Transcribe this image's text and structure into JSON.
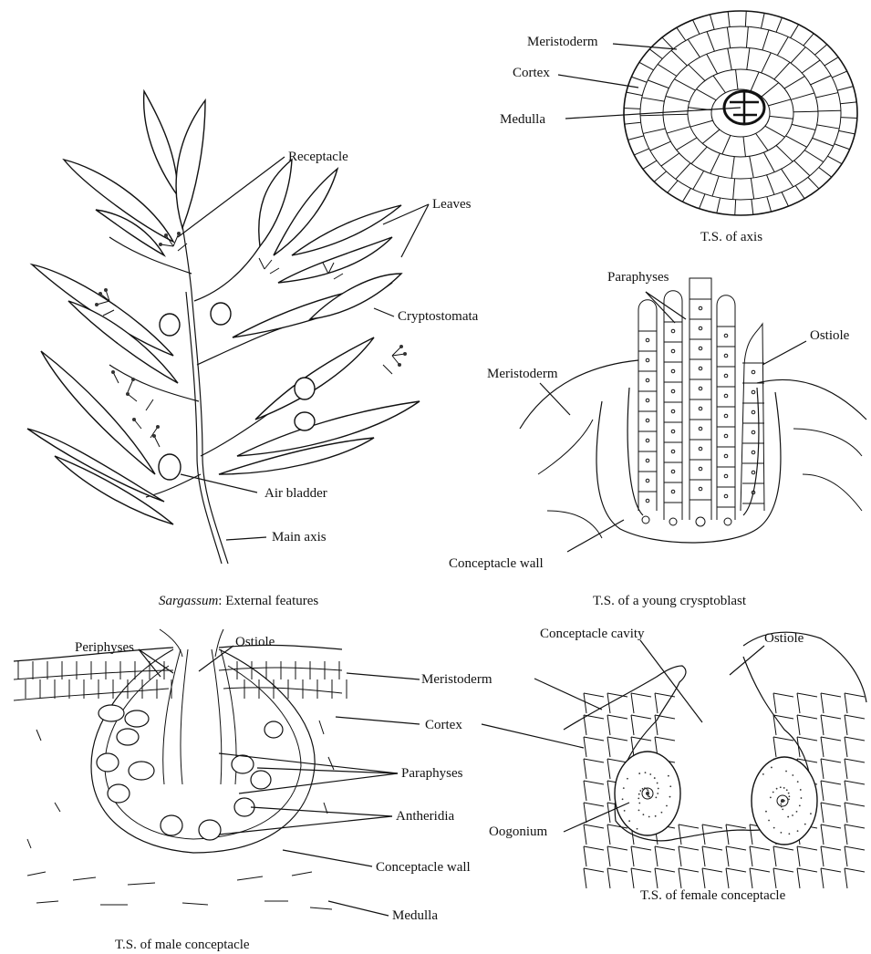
{
  "panels": {
    "external": {
      "caption_italic": "Sargassum",
      "caption_rest": ": External features",
      "labels": {
        "receptacle": "Receptacle",
        "leaves": "Leaves",
        "cryptostomata": "Cryptostomata",
        "air_bladder": "Air bladder",
        "main_axis": "Main axis"
      }
    },
    "axis_ts": {
      "caption": "T.S. of axis",
      "labels": {
        "meristoderm": "Meristoderm",
        "cortex": "Cortex",
        "medulla": "Medulla"
      }
    },
    "cryptoblast": {
      "caption": "T.S. of a young crysptoblast",
      "labels": {
        "paraphyses": "Paraphyses",
        "ostiole": "Ostiole",
        "meristoderm": "Meristoderm",
        "conceptacle_wall": "Conceptacle wall"
      }
    },
    "male": {
      "caption": "T.S. of male conceptacle",
      "labels": {
        "periphyses": "Periphyses",
        "ostiole": "Ostiole",
        "meristoderm": "Meristoderm",
        "cortex": "Cortex",
        "paraphyses": "Paraphyses",
        "antheridia": "Antheridia",
        "conceptacle_wall": "Conceptacle wall",
        "medulla": "Medulla"
      }
    },
    "female": {
      "caption": "T.S. of female conceptacle",
      "labels": {
        "conceptacle_cavity": "Conceptacle cavity",
        "ostiole": "Ostiole",
        "oogonium": "Oogonium"
      }
    }
  }
}
